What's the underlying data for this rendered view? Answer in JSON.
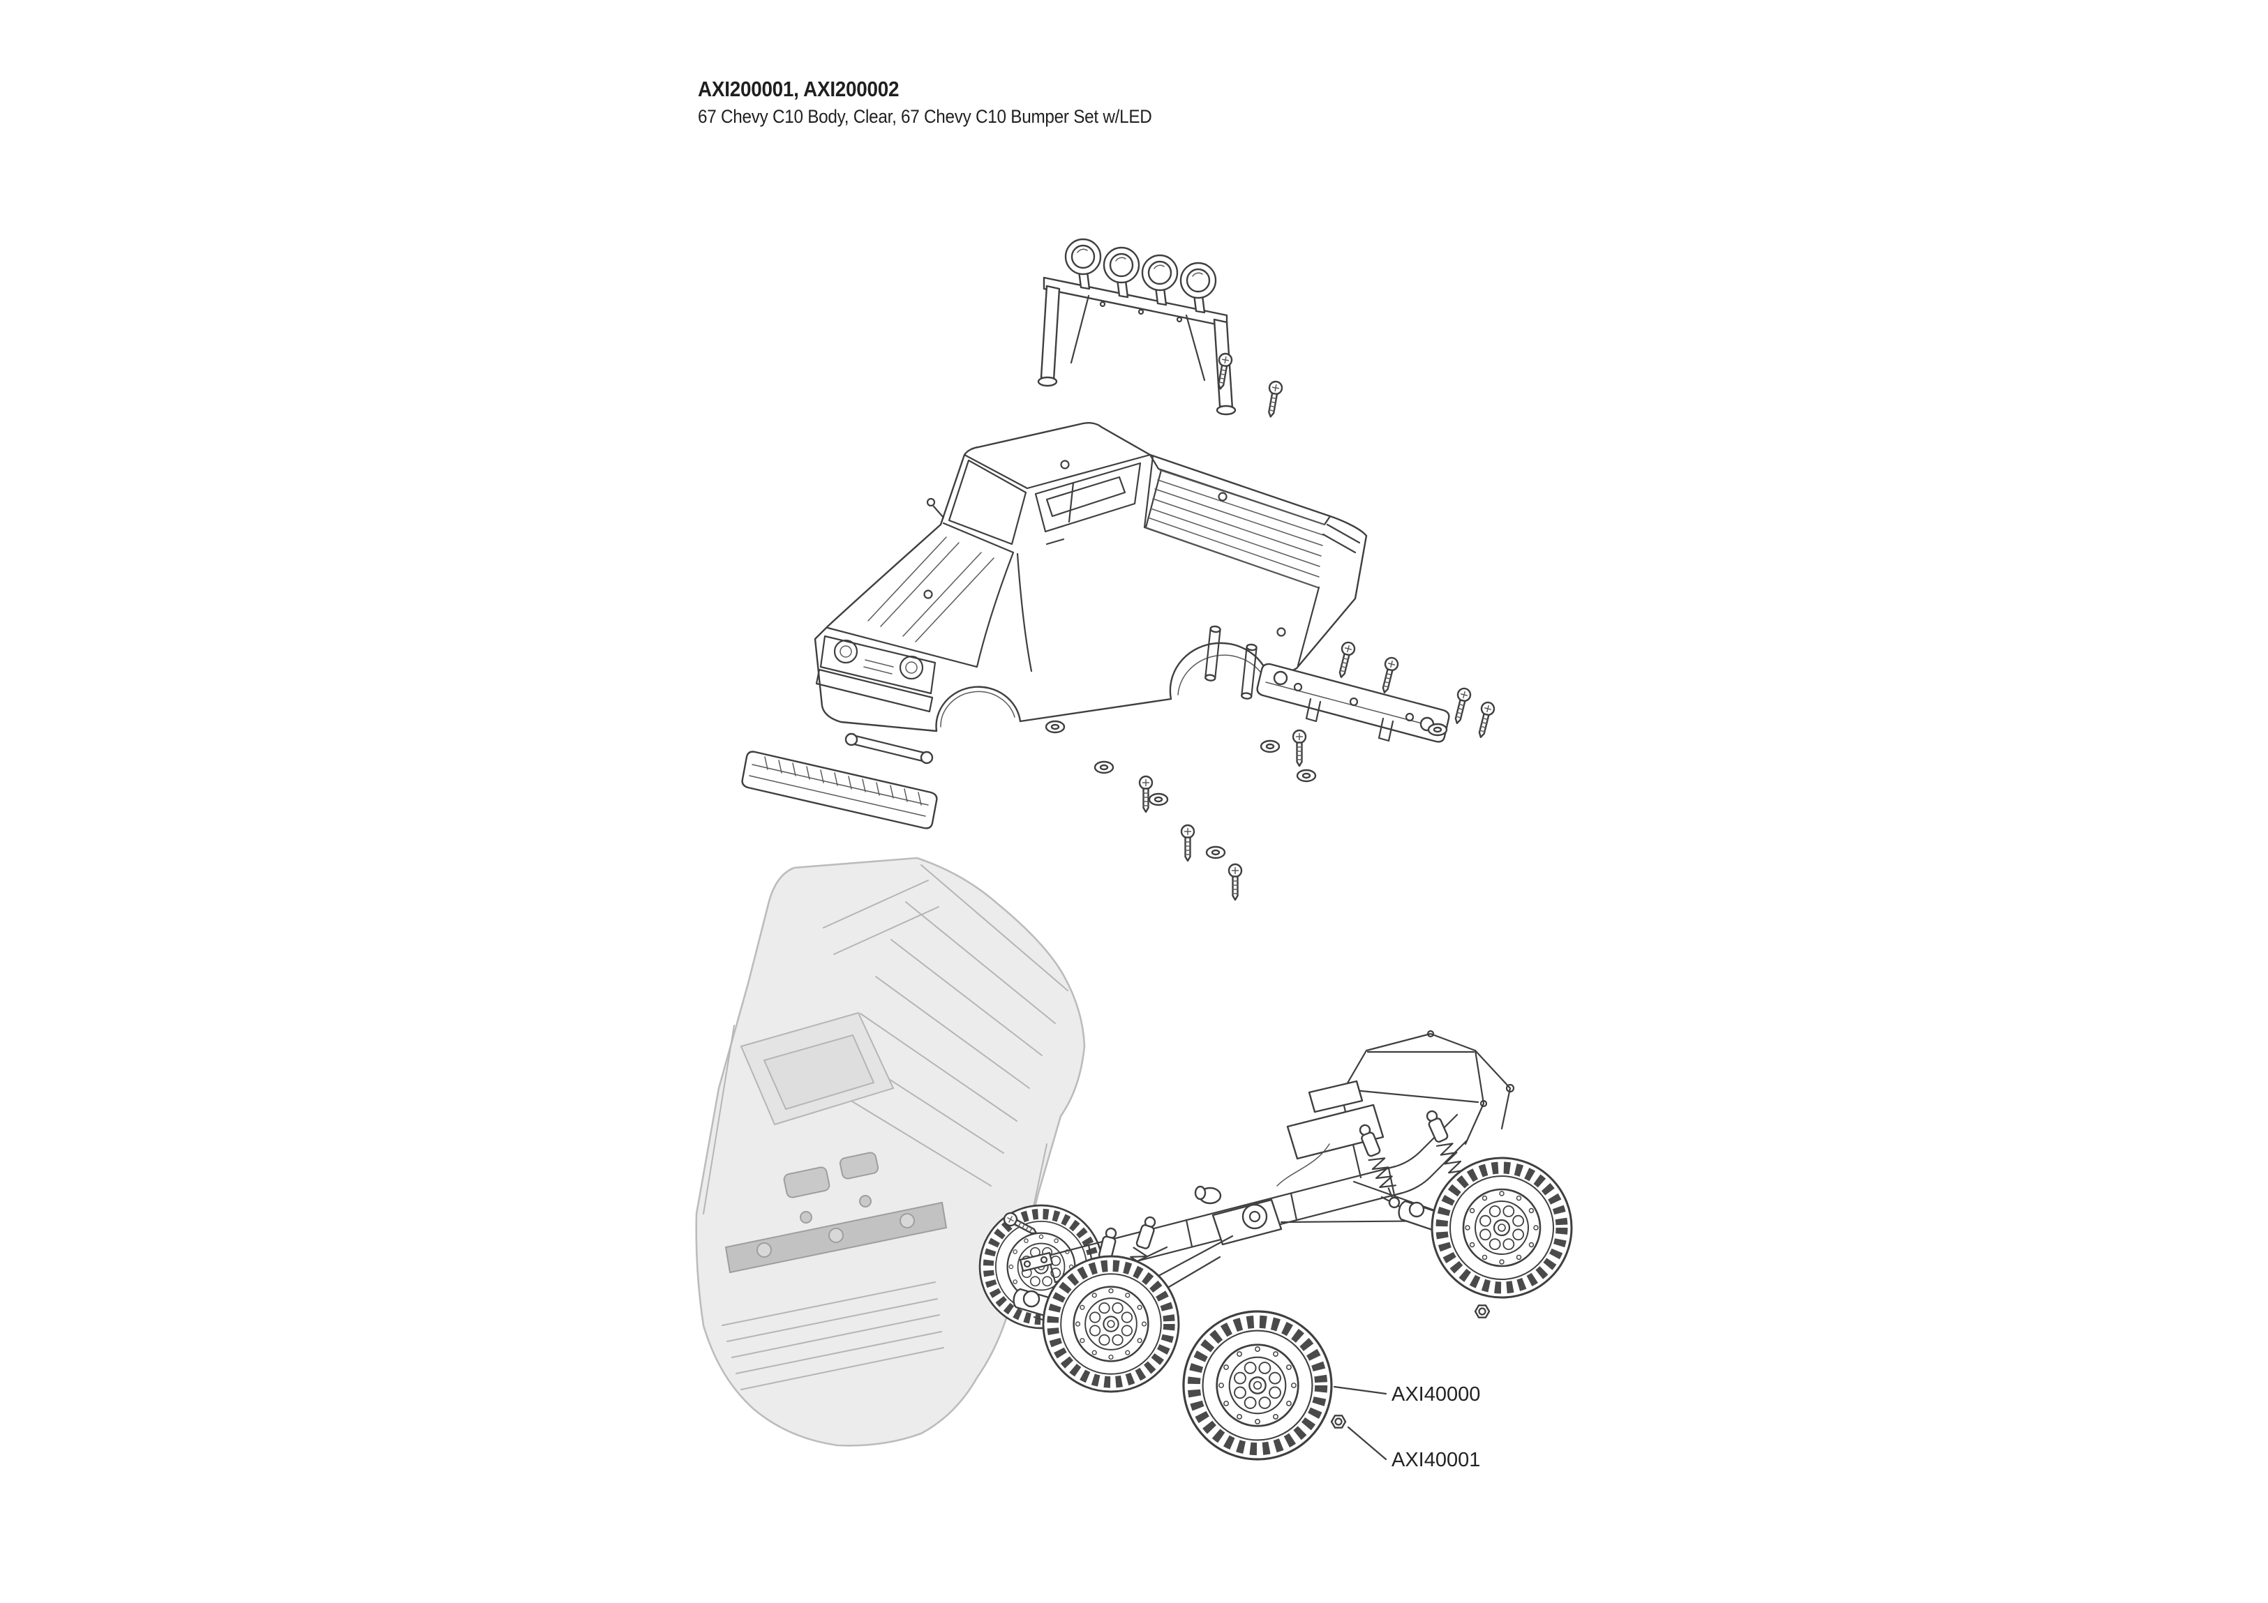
{
  "page": {
    "background": "#ffffff",
    "title": "AXI200001, AXI200002",
    "subtitle": "67 Chevy C10 Body, Clear, 67 Chevy C10 Bumper Set w/LED"
  },
  "callouts": {
    "wheel": {
      "label": "AXI40000"
    },
    "tire": {
      "label": "AXI40001"
    }
  },
  "diagram": {
    "type": "exploded-parts-diagram",
    "parts": [
      "light-bar-assembly",
      "light-bar-mount-screws",
      "clear-truck-body",
      "front-bumper-with-led",
      "steering-link",
      "body-washers",
      "body-screws",
      "rear-bumper-with-led",
      "body-posts",
      "painted-body-shell",
      "chassis-assembly",
      "front-axle",
      "rear-axle",
      "shock-absorbers",
      "roll-cage",
      "wheels-and-tires",
      "wheel-hex-nut"
    ]
  },
  "colors": {
    "line": "#3f3f3f",
    "text": "#231f20",
    "gray_body_fill": "#ececec",
    "gray_body_line": "#b9b9b9"
  }
}
